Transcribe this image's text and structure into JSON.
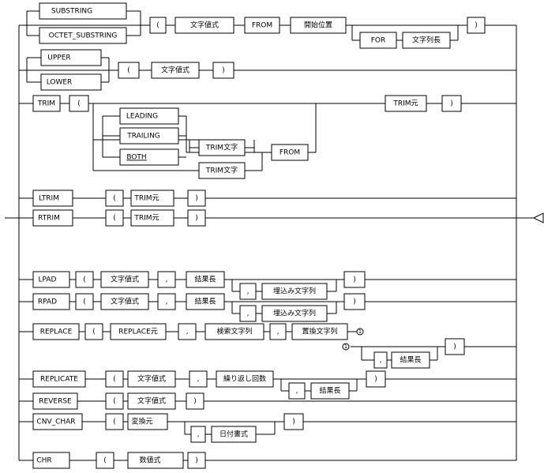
{
  "tokens": {
    "substring": "SUBSTRING",
    "octet_substring": "OCTET_SUBSTRING",
    "paren_open": "(",
    "paren_close": ")",
    "comma": ",",
    "string_expr": "文字値式",
    "from": "FROM",
    "start_pos": "開始位置",
    "for": "FOR",
    "string_length": "文字列長",
    "upper": "UPPER",
    "lower": "LOWER",
    "trim": "TRIM",
    "trim_source": "TRIM元",
    "leading": "LEADING",
    "trailing": "TRAILING",
    "both": "BOTH",
    "trim_char": "TRIM文字",
    "ltrim": "LTRIM",
    "rtrim": "RTRIM",
    "lpad": "LPAD",
    "rpad": "RPAD",
    "result_length": "結果長",
    "pad_string": "埋込み文字列",
    "replace": "REPLACE",
    "replace_source": "REPLACE元",
    "search_string": "検索文字列",
    "replacement_string": "置換文字列",
    "replicate": "REPLICATE",
    "repeat_count": "繰り返し回数",
    "reverse": "REVERSE",
    "cnv_char": "CNV_CHAR",
    "convert_source": "変換元",
    "date_format": "日付書式",
    "chr": "CHR",
    "numeric_expr": "数値式",
    "continuation_mark": "1"
  }
}
